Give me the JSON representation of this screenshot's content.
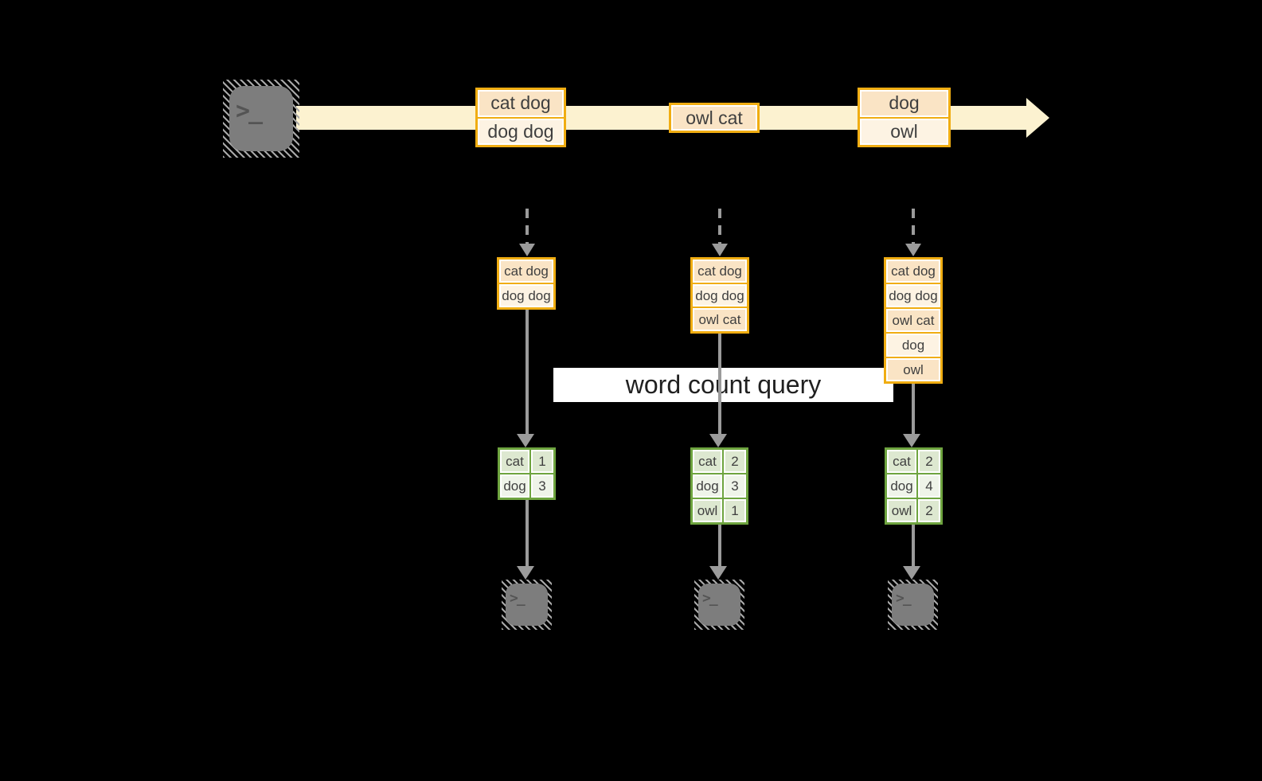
{
  "diagram": {
    "title_hidden": "",
    "query_banner": {
      "label": "word count query"
    },
    "source": {
      "icon": "terminal",
      "glyph": ">_"
    },
    "stream": {
      "batches": [
        {
          "rows": [
            "cat dog",
            "dog dog"
          ]
        },
        {
          "rows": [
            "owl cat"
          ]
        },
        {
          "rows": [
            "dog",
            "owl"
          ]
        }
      ]
    },
    "pipelines": [
      {
        "buffer_rows": [
          "cat dog",
          "dog dog"
        ],
        "counts": [
          {
            "word": "cat",
            "count": "1"
          },
          {
            "word": "dog",
            "count": "3"
          }
        ],
        "sink_glyph": ">_"
      },
      {
        "buffer_rows": [
          "cat dog",
          "dog dog",
          "owl cat"
        ],
        "counts": [
          {
            "word": "cat",
            "count": "2"
          },
          {
            "word": "dog",
            "count": "3"
          },
          {
            "word": "owl",
            "count": "1"
          }
        ],
        "sink_glyph": ">_"
      },
      {
        "buffer_rows": [
          "cat dog",
          "dog dog",
          "owl cat",
          "dog",
          "owl"
        ],
        "counts": [
          {
            "word": "cat",
            "count": "2"
          },
          {
            "word": "dog",
            "count": "4"
          },
          {
            "word": "owl",
            "count": "2"
          }
        ],
        "sink_glyph": ">_"
      }
    ],
    "colors": {
      "background": "#000000",
      "stream_band": "#fcf2d0",
      "gold_border": "#f0ad12",
      "peach_fill": "#fae4c5",
      "cream_fill": "#fdf3e3",
      "green_border": "#6ea43f",
      "green_cell_dark": "#dde8d0",
      "green_cell_light": "#eff4e9",
      "arrow_gray": "#9b9b9b",
      "terminal_gray": "#7d7d7d"
    }
  }
}
